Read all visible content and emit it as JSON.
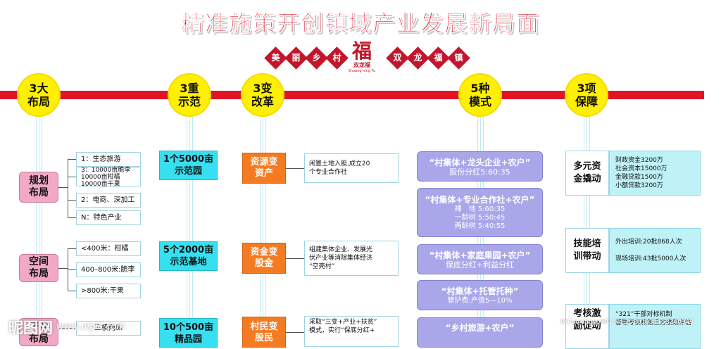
{
  "title": "精准施策开创镇域产业发展新局面",
  "slogan": {
    "left": [
      "美",
      "丽",
      "乡",
      "村"
    ],
    "right": [
      "双",
      "龙",
      "福",
      "镇"
    ]
  },
  "logo": {
    "glyph": "福",
    "name": "双龙福",
    "pinyin": "Shuang long Fu"
  },
  "circles": [
    {
      "line1": "3大",
      "line2": "布局"
    },
    {
      "line1": "3重",
      "line2": "示范"
    },
    {
      "line1": "3变",
      "line2": "改革"
    },
    {
      "line1": "5种",
      "line2": "模式"
    },
    {
      "line1": "3项",
      "line2": "保障"
    }
  ],
  "layout": {
    "groups": [
      {
        "label": [
          "规划",
          "布局"
        ],
        "items": [
          "1：生态旅游",
          "3：10000亩脆李|10000亩柑橘|10000亩干果",
          "2：电商、深加工",
          "N：特色产业"
        ]
      },
      {
        "label": [
          "空间",
          "布局"
        ],
        "items": [
          "<400米：柑橘",
          "400–800米:脆李",
          ">800米:干果"
        ]
      },
      {
        "label": [
          "产业",
          "布局"
        ],
        "items": [
          "三横两纵"
        ]
      }
    ]
  },
  "demo": [
    "1个5000亩|示范园",
    "5个2000亩|示范基地",
    "10个500亩|精品园"
  ],
  "reform": [
    {
      "name": [
        "资源变",
        "资产"
      ],
      "desc": [
        "闲置土地入股,成立20",
        "个专业合作社"
      ]
    },
    {
      "name": [
        "资金变",
        "股金"
      ],
      "desc": [
        "组建集体企业、发展光",
        "伏产业等消除集体经济",
        "“空壳村”"
      ]
    },
    {
      "name": [
        "村民变",
        "股民"
      ],
      "desc": [
        "采取“三变+产业+扶贫”",
        "模式，实行“保底分红+"
      ]
    }
  ],
  "modes": [
    {
      "title": "“村集体+龙头企业+农户”",
      "lines": [
        "股份分红5:60:35"
      ]
    },
    {
      "title": "“村集体+专业合作社+农户”",
      "lines": [
        "裸　地 5:60:35",
        "一龄树 5:50:45",
        "两龄树 5:40:55"
      ]
    },
    {
      "title": "“村集体+家庭果园+农户”",
      "lines": [
        "保底分红+利益分红"
      ]
    },
    {
      "title": "“村集体+托管托种”",
      "lines": [
        "管护费:产值5—10%"
      ]
    },
    {
      "title": "“乡村旅游+农户”",
      "lines": []
    }
  ],
  "guarantee": [
    {
      "name": [
        "多元资",
        "金撬动"
      ],
      "lines": [
        "财政资金3200万",
        "社会资本15000万",
        "金融贷款1500万",
        "小额贷款3200万"
      ]
    },
    {
      "name": [
        "技能培",
        "训带动"
      ],
      "lines": [
        "外出培训:20批868人次",
        "现场培训:43批5000人次"
      ]
    },
    {
      "name": [
        "考核激",
        "励促动"
      ],
      "lines": [
        "“321”干部对标机制",
        "督导考核和第三方绩效评估"
      ]
    }
  ],
  "watermark": {
    "logo": "昵图网",
    "url": "www.nipic.com",
    "id": "BY:luoxiaoyu001 No:20201031153240949"
  },
  "colors": {
    "title_red": "#e8182c",
    "line_red": "#e11426",
    "circle_yellow": "#ffef00",
    "pink": "#f1a9c5",
    "cyan": "#36e0f0",
    "orange": "#f57b22",
    "lavender": "#a9a7ea"
  }
}
